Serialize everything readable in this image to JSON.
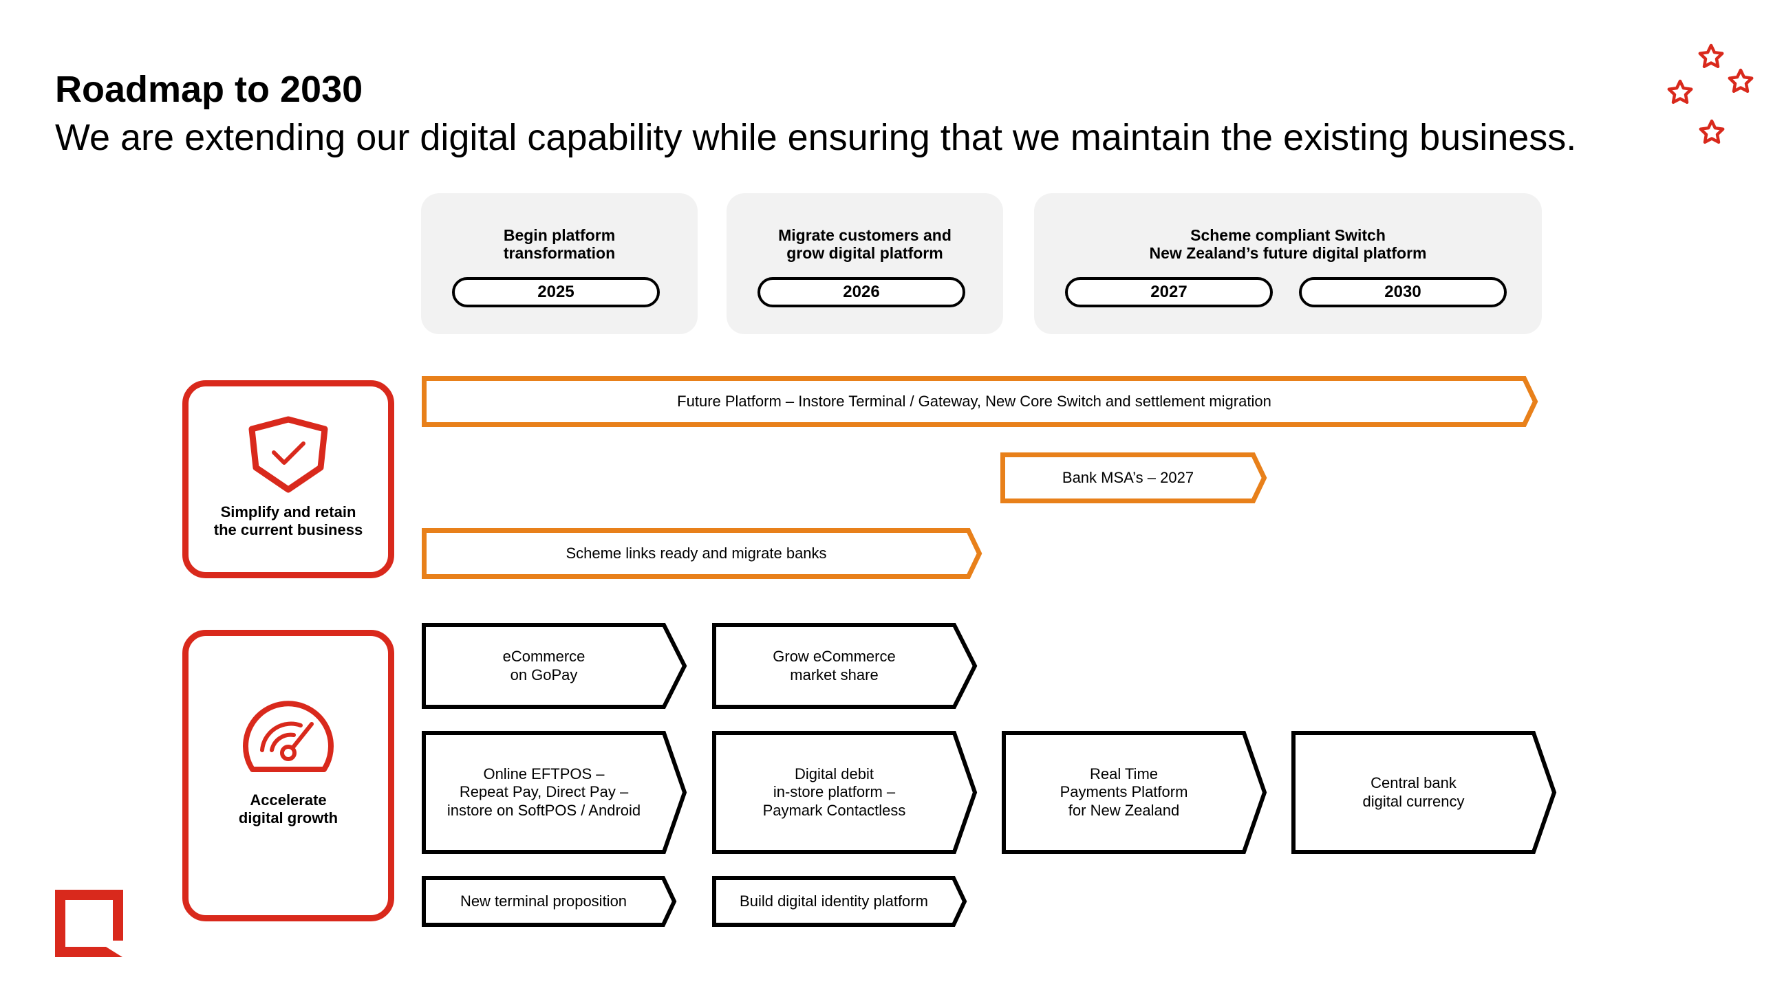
{
  "header": {
    "title": "Roadmap to 2030",
    "subtitle": "We are extending our digital capability while ensuring that we maintain the existing business."
  },
  "phases": [
    {
      "title": "Begin platform\ntransformation",
      "years": [
        "2025"
      ]
    },
    {
      "title": "Migrate customers and\ngrow digital platform",
      "years": [
        "2026"
      ]
    },
    {
      "title": "Scheme compliant Switch\nNew Zealand’s future digital platform",
      "years": [
        "2027",
        "2030"
      ]
    }
  ],
  "pillars": [
    {
      "label": "Simplify and retain\nthe current business",
      "icon": "shield-check-icon",
      "items": [
        "Future Platform – Instore Terminal / Gateway, New Core Switch and settlement migration",
        "Bank MSA’s – 2027",
        "Scheme links ready and migrate banks"
      ]
    },
    {
      "label": "Accelerate\ndigital growth",
      "icon": "speedometer-icon",
      "items": [
        "eCommerce\non GoPay",
        "Grow eCommerce\nmarket share",
        "Online EFTPOS –\nRepeat Pay, Direct Pay –\ninstore on SoftPOS / Android",
        "Digital debit\nin-store platform –\nPaymark Contactless",
        "Real Time\nPayments Platform\nfor New Zealand",
        "Central bank\ndigital currency",
        "New terminal proposition",
        "Build digital identity platform"
      ]
    }
  ],
  "colors": {
    "brand_red": "#d9291c",
    "orange": "#e8801a",
    "black": "#000000",
    "phase_bg": "#f2f2f2"
  },
  "decor": {
    "stars_icon": "stars-icon",
    "logo_icon": "logo-icon"
  }
}
